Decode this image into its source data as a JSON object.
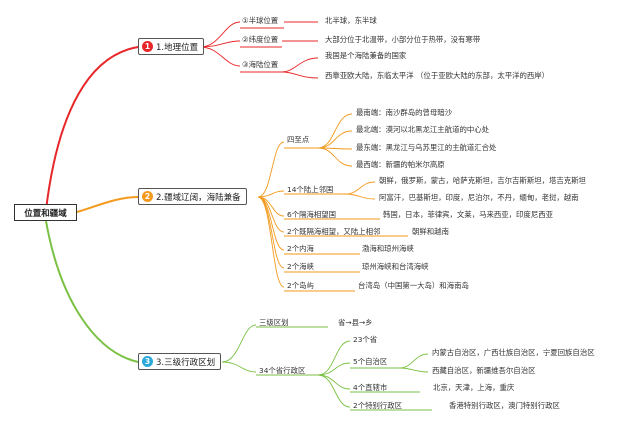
{
  "root": {
    "label": "位置和疆域"
  },
  "branches": [
    {
      "badge": "1",
      "label": "1.地理位置",
      "color": "#e8272a",
      "subs": [
        {
          "label": "①半球位置",
          "details": [
            "北半球，东半球"
          ]
        },
        {
          "label": "②纬度位置",
          "details": [
            "大部分位于北温带，小部分位于热带，没有寒带"
          ]
        },
        {
          "label": "③海陆位置",
          "details": [
            "我国是个海陆兼备的国家",
            "西靠亚欧大陆，东临太平洋 （位于亚欧大陆的东部，太平洋的西岸）"
          ]
        }
      ]
    },
    {
      "badge": "2",
      "label": "2.疆域辽阔，海陆兼备",
      "color": "#f39a1e",
      "subs": [
        {
          "label": "四至点",
          "details": [
            "最南端：南沙群岛的曾母暗沙",
            "最北端：漠河以北黑龙江主航道的中心处",
            "最东端：黑龙江与乌苏里江的主航道汇合处",
            "最西端：新疆的帕米尔高原"
          ]
        },
        {
          "label": "14个陆上邻国",
          "details": [
            "朝鲜，俄罗斯，蒙古，哈萨克斯坦，吉尔吉斯斯坦，塔吉克斯坦",
            "阿富汗，巴基斯坦，印度，尼泊尔，不丹，缅甸，老挝，越南"
          ]
        },
        {
          "label": "6个隔海相望国",
          "details": [
            "韩国，日本，菲律宾，文莱，马来西亚，印度尼西亚"
          ]
        },
        {
          "label": "2个既隔海相望，又陆上相邻",
          "details": [
            "朝鲜和越南"
          ]
        },
        {
          "label": "2个内海",
          "details": [
            "渤海和琼州海峡"
          ]
        },
        {
          "label": "2个海峡",
          "details": [
            "琼州海峡和台湾海峡"
          ]
        },
        {
          "label": "2个岛屿",
          "details": [
            "台湾岛（中国第一大岛）和海南岛"
          ]
        }
      ]
    },
    {
      "badge": "3",
      "label": "3.三级行政区划",
      "color": "#2aa8d8",
      "subs": [
        {
          "label": "三级区划",
          "details": [
            "省→县→乡"
          ]
        },
        {
          "label": "34个省行政区",
          "children": [
            {
              "label": "23个省",
              "details": []
            },
            {
              "label": "5个自治区",
              "details": [
                "内蒙古自治区，广西壮族自治区，宁夏回族自治区",
                "西藏自治区，新疆维吾尔自治区"
              ]
            },
            {
              "label": "4个直辖市",
              "details": [
                "北京，天津，上海，重庆"
              ]
            },
            {
              "label": "2个特别行政区",
              "details": [
                "香港特别行政区，澳门特别行政区"
              ]
            }
          ]
        }
      ]
    }
  ]
}
